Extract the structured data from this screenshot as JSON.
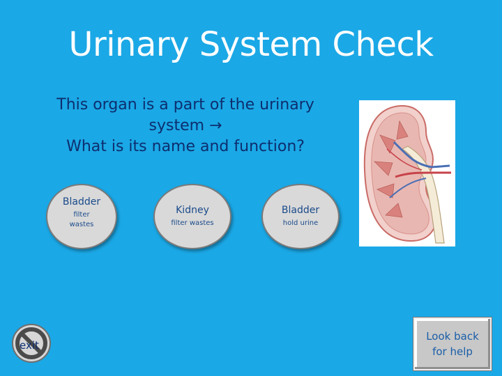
{
  "slide": {
    "title": "Urinary System Check",
    "question_line1": "This organ is a part of the urinary system",
    "arrow": "→",
    "question_line2": "What is its name and function?"
  },
  "choices": [
    {
      "name": "Bladder",
      "function": "filter wastes"
    },
    {
      "name": "Kidney",
      "function": "filter wastes"
    },
    {
      "name": "Bladder",
      "function": "hold urine"
    }
  ],
  "buttons": {
    "exit_label": "exit",
    "help_label": "Look back for help"
  },
  "colors": {
    "background": "#1ba8e6",
    "title": "#ffffff",
    "question_text": "#0d2e6e",
    "choice_fill": "#d9d9d9",
    "choice_text": "#1a4a8a",
    "help_text": "#1a5ea8"
  },
  "icons": {
    "exit": "no-entry-icon",
    "organ_image": "kidney-cross-section-image"
  }
}
